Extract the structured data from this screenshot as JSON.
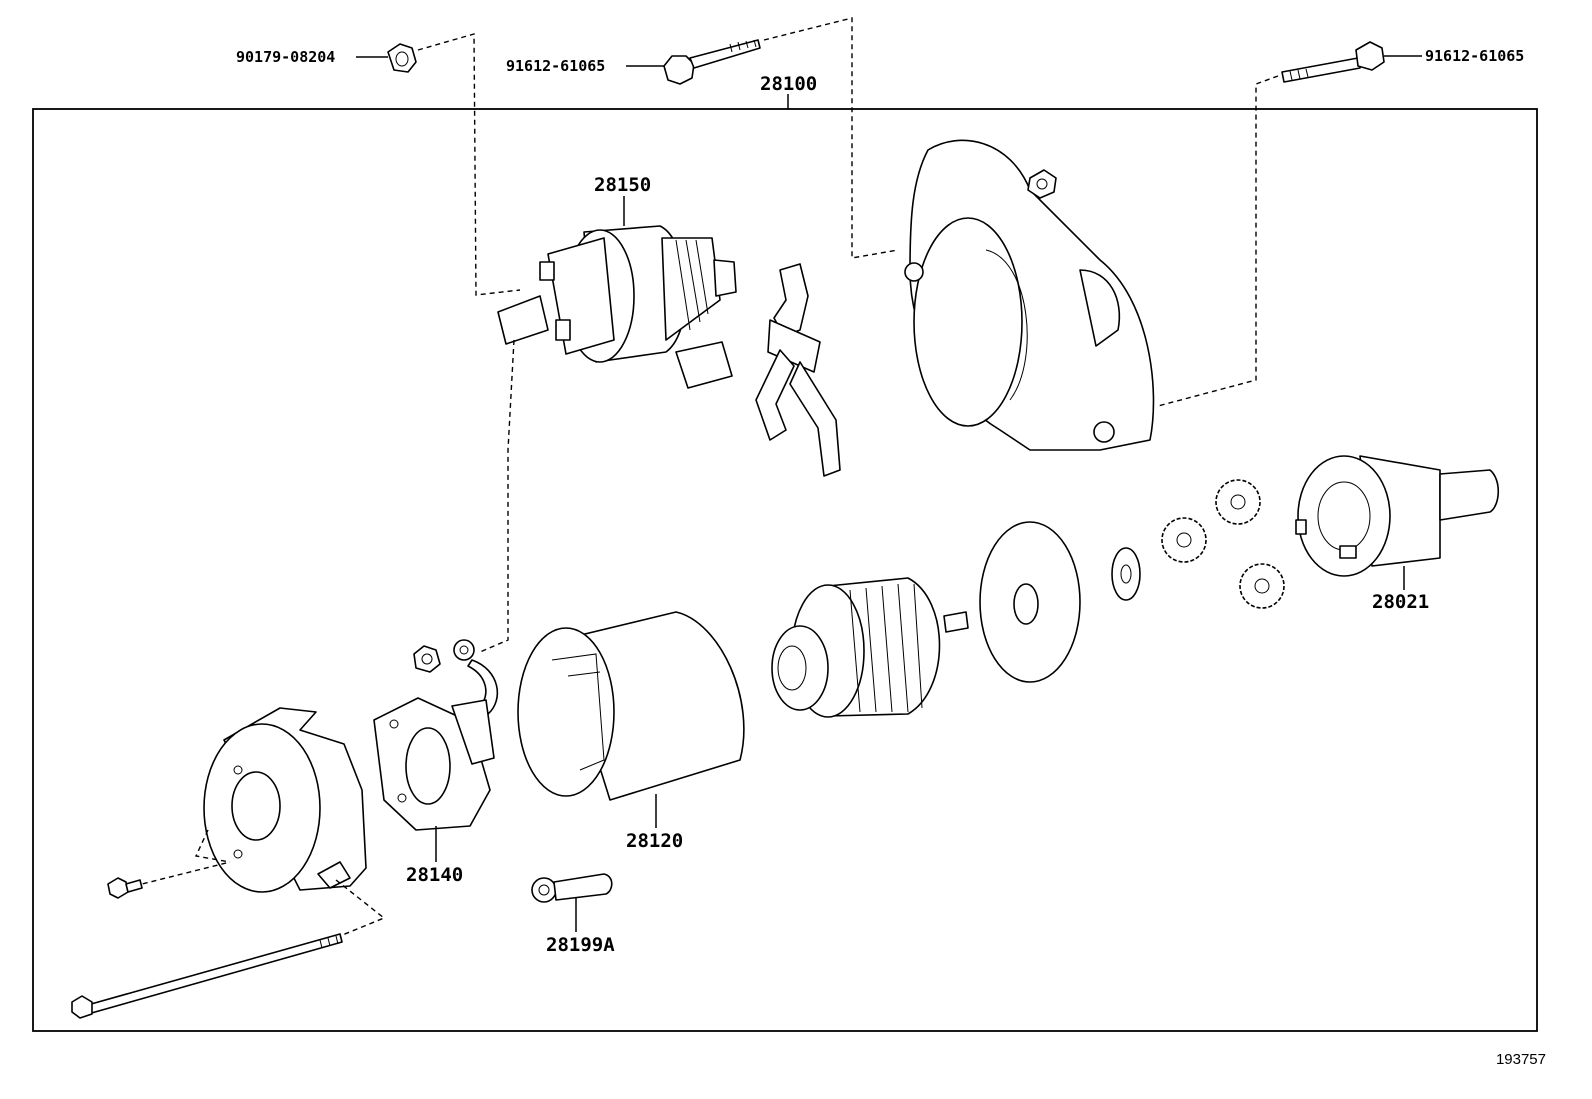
{
  "diagram": {
    "figure_number": "193757",
    "callouts": {
      "nut_top": "90179-08204",
      "bolt_top": "91612-61065",
      "bolt_right": "91612-61065",
      "assembly": "28100",
      "solenoid": "28150",
      "clutch": "28021",
      "brush_holder": "28140",
      "yoke": "28120",
      "lead_wire": "28199A"
    }
  }
}
